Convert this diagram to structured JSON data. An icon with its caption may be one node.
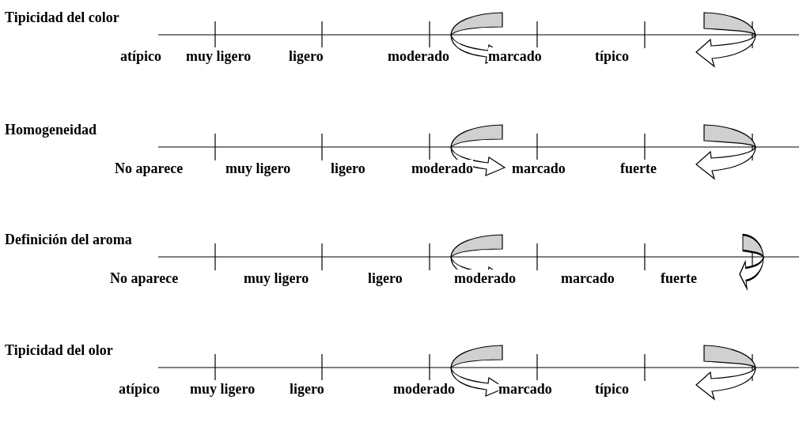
{
  "diagram": {
    "labels": [
      "Tipicidad del color",
      "atípico",
      "muy ligero",
      "ligero",
      "moderado",
      "marcado",
      "típico",
      "Homogeneidad",
      "No aparece",
      "muy ligero",
      "ligero",
      "moderado",
      "marcado",
      "fuerte",
      "Definición del aroma",
      "No aparece",
      "muy ligero",
      "ligero",
      "moderado",
      "marcado",
      "fuerte",
      "Tipicidad del olor",
      "atípico",
      "muy ligero",
      "ligero",
      "moderado",
      "marcado",
      "típico"
    ]
  }
}
